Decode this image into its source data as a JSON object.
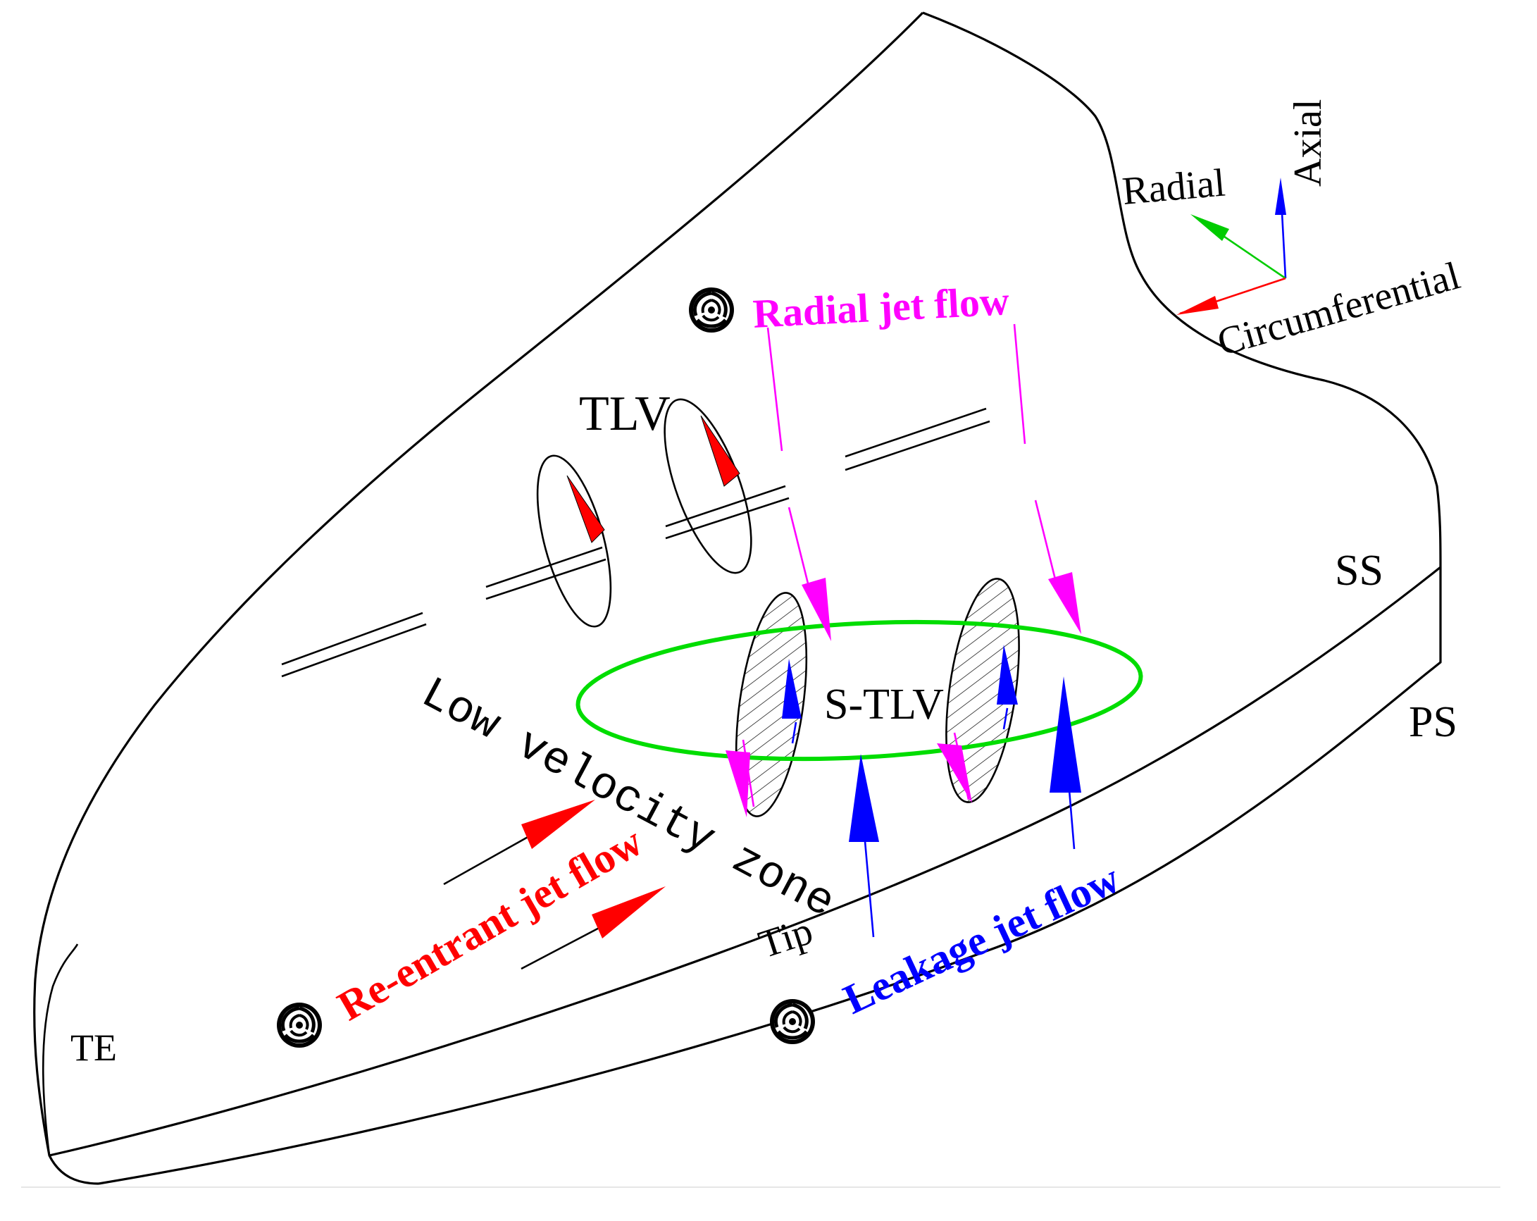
{
  "labels": {
    "axial": "Axial",
    "radial": "Radial",
    "circumferential": "Circumferential",
    "radial_jet_flow": "Radial jet flow",
    "tlv": "TLV",
    "s_tlv": "S-TLV",
    "ss": "SS",
    "ps": "PS",
    "low_velocity_zone": "Low velocity zone",
    "re_entrant_jet_flow": "Re-entrant jet flow",
    "tip": "Tip",
    "leakage_jet_flow": "Leakage jet flow",
    "te": "TE"
  },
  "colors": {
    "outline": "#000000",
    "radial_jet": "#ff00ff",
    "re_entrant_jet": "#ff0000",
    "leakage_jet": "#0000ff",
    "s_tlv_ring": "#00dd00",
    "axis_axial": "#0000ff",
    "axis_radial": "#00cc00",
    "axis_circumferential": "#ff0000"
  },
  "icons": [
    "swirl-icon",
    "swirl-icon",
    "swirl-icon"
  ]
}
